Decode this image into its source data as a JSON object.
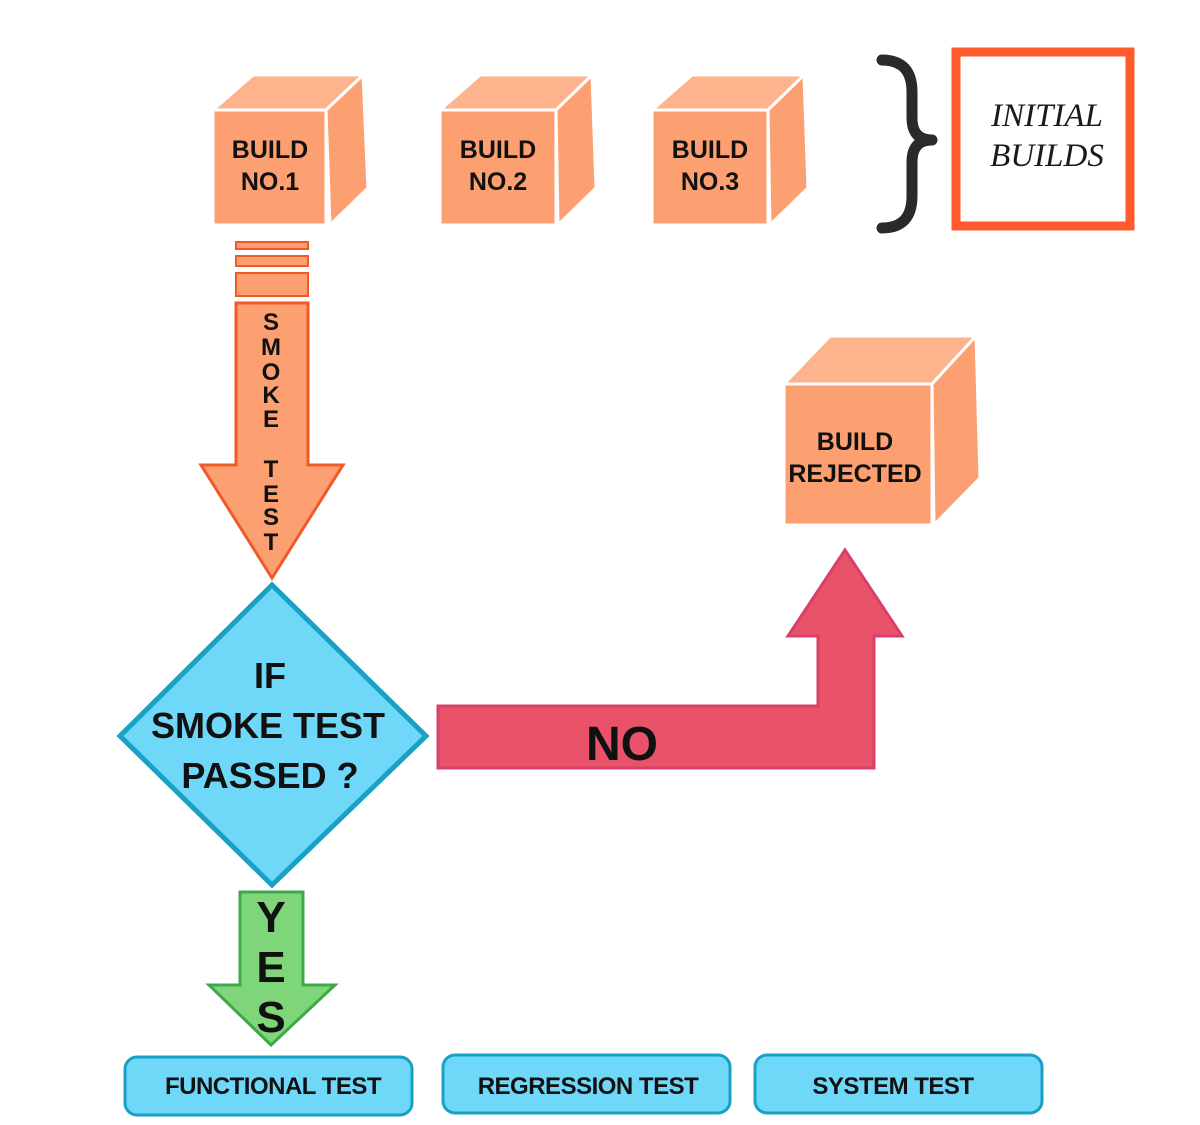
{
  "colors": {
    "cube_front": "#fca072",
    "cube_top": "#fdb48c",
    "cube_side": "#fca072",
    "cube_edge": "#ffffff",
    "initial_box_border": "#ff5a2c",
    "brace": "#2a2a2a",
    "smoke_arrow_fill": "#fca072",
    "smoke_arrow_stroke": "#f05a28",
    "decision_fill": "#6fd8f8",
    "decision_stroke": "#1aa0c4",
    "no_arrow_fill": "#e8536a",
    "no_arrow_stroke": "#d6406a",
    "yes_arrow_fill": "#7fd67a",
    "yes_arrow_stroke": "#3fa84a",
    "test_button_fill": "#6fd8f8",
    "test_button_stroke": "#1aa0c4"
  },
  "builds": [
    {
      "line1": "BUILD",
      "line2": "NO.1"
    },
    {
      "line1": "BUILD",
      "line2": "NO.2"
    },
    {
      "line1": "BUILD",
      "line2": "NO.3"
    }
  ],
  "initial_builds": {
    "line1": "INITIAL",
    "line2": "BUILDS"
  },
  "smoke_test": {
    "letters": [
      "S",
      "M",
      "O",
      "K",
      "E",
      "T",
      "E",
      "S",
      "T"
    ]
  },
  "decision": {
    "line1": "IF",
    "line2": "SMOKE TEST",
    "line3": "PASSED ?"
  },
  "no_branch": {
    "label": "NO"
  },
  "rejected": {
    "line1": "BUILD",
    "line2": "REJECTED"
  },
  "yes_branch": {
    "letters": [
      "Y",
      "E",
      "S"
    ]
  },
  "tests": [
    {
      "label": "FUNCTIONAL TEST"
    },
    {
      "label": "REGRESSION TEST"
    },
    {
      "label": "SYSTEM TEST"
    }
  ]
}
